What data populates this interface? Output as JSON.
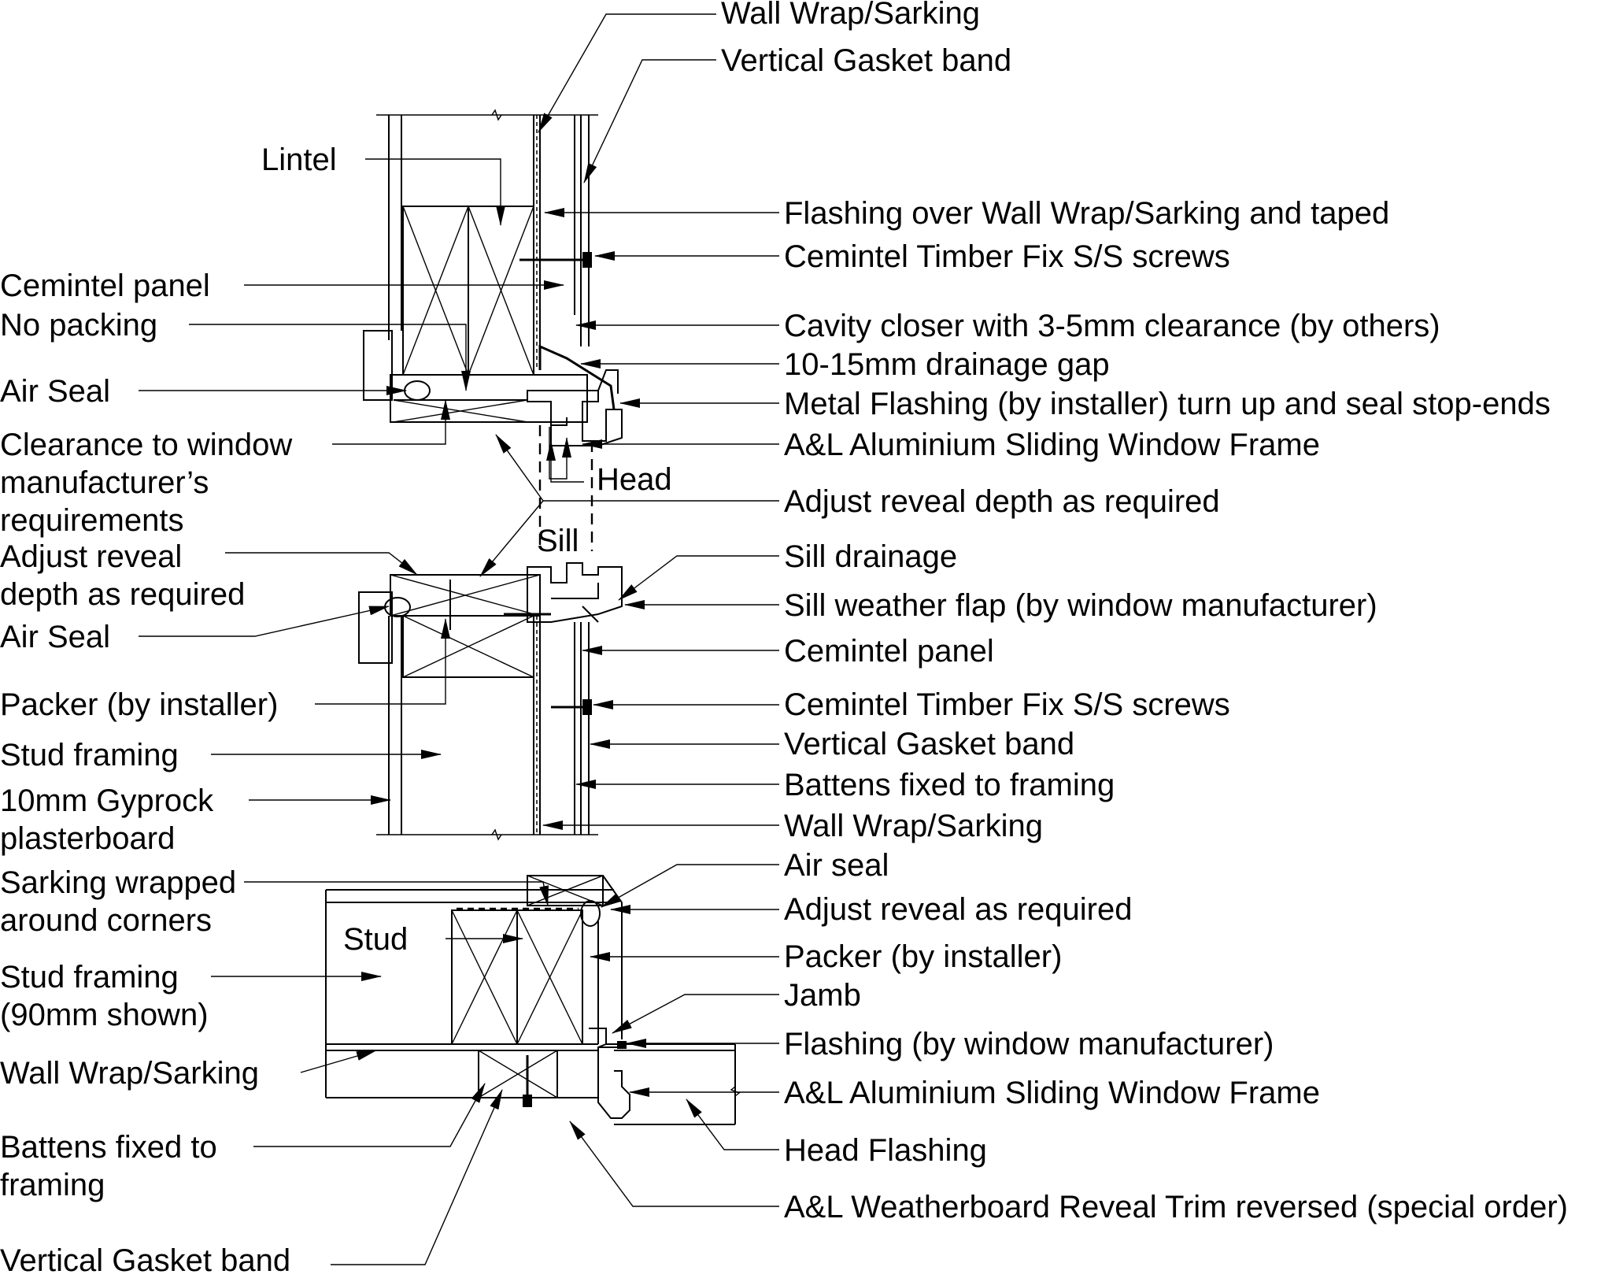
{
  "labels": {
    "right_top": {
      "wall_wrap": "Wall Wrap/Sarking",
      "vertical_gasket": "Vertical Gasket band",
      "flashing_over": "Flashing over Wall Wrap/Sarking and taped",
      "timber_fix": "Cemintel Timber Fix S/S screws",
      "cavity_closer": "Cavity closer  with 3-5mm clearance (by others)",
      "drainage_gap": "10-15mm drainage gap",
      "metal_flashing": "Metal Flashing (by installer) turn up and seal stop-ends",
      "al_frame": "A&L Aluminium Sliding Window Frame",
      "adjust_reveal_depth": "Adjust reveal depth as required"
    },
    "right_mid": {
      "sill_drainage": "Sill drainage",
      "sill_weather_flap": "Sill weather flap (by window manufacturer)",
      "cemintel_panel": "Cemintel panel",
      "timber_fix": "Cemintel Timber Fix S/S screws",
      "vertical_gasket": "Vertical Gasket band",
      "battens": "Battens fixed to framing",
      "wall_wrap": "Wall Wrap/Sarking"
    },
    "right_bottom": {
      "air_seal": "Air seal",
      "adjust_reveal": "Adjust reveal as required",
      "packer": "Packer (by installer)",
      "jamb": "Jamb",
      "flashing_mfr": "Flashing (by window manufacturer)",
      "al_frame": "A&L Aluminium Sliding Window Frame",
      "head_flashing": "Head Flashing",
      "reveal_trim": "A&L Weatherboard Reveal Trim reversed (special order)"
    },
    "left_top": {
      "lintel": "Lintel",
      "cemintel_panel": "Cemintel panel",
      "no_packing": "No packing",
      "air_seal": "Air Seal",
      "clearance_1": "Clearance to window",
      "clearance_2": "manufacturer’s",
      "clearance_3": "requirements",
      "adjust_1": "Adjust reveal",
      "adjust_2": "depth as required",
      "air_seal_2": "Air Seal",
      "packer": "Packer (by installer)",
      "stud_framing": "Stud framing",
      "gyprock_1": "10mm Gyprock",
      "gyprock_2": "plasterboard"
    },
    "left_bottom": {
      "sarking_1": "Sarking wrapped",
      "sarking_2": "around corners",
      "stud_framing_1": "Stud framing",
      "stud_framing_2": "(90mm shown)",
      "wall_wrap": "Wall Wrap/Sarking",
      "battens_1": "Battens fixed to",
      "battens_2": "framing",
      "vertical_gasket": "Vertical Gasket band"
    },
    "inline": {
      "head": "Head",
      "sill": "Sill",
      "stud": "Stud"
    }
  }
}
